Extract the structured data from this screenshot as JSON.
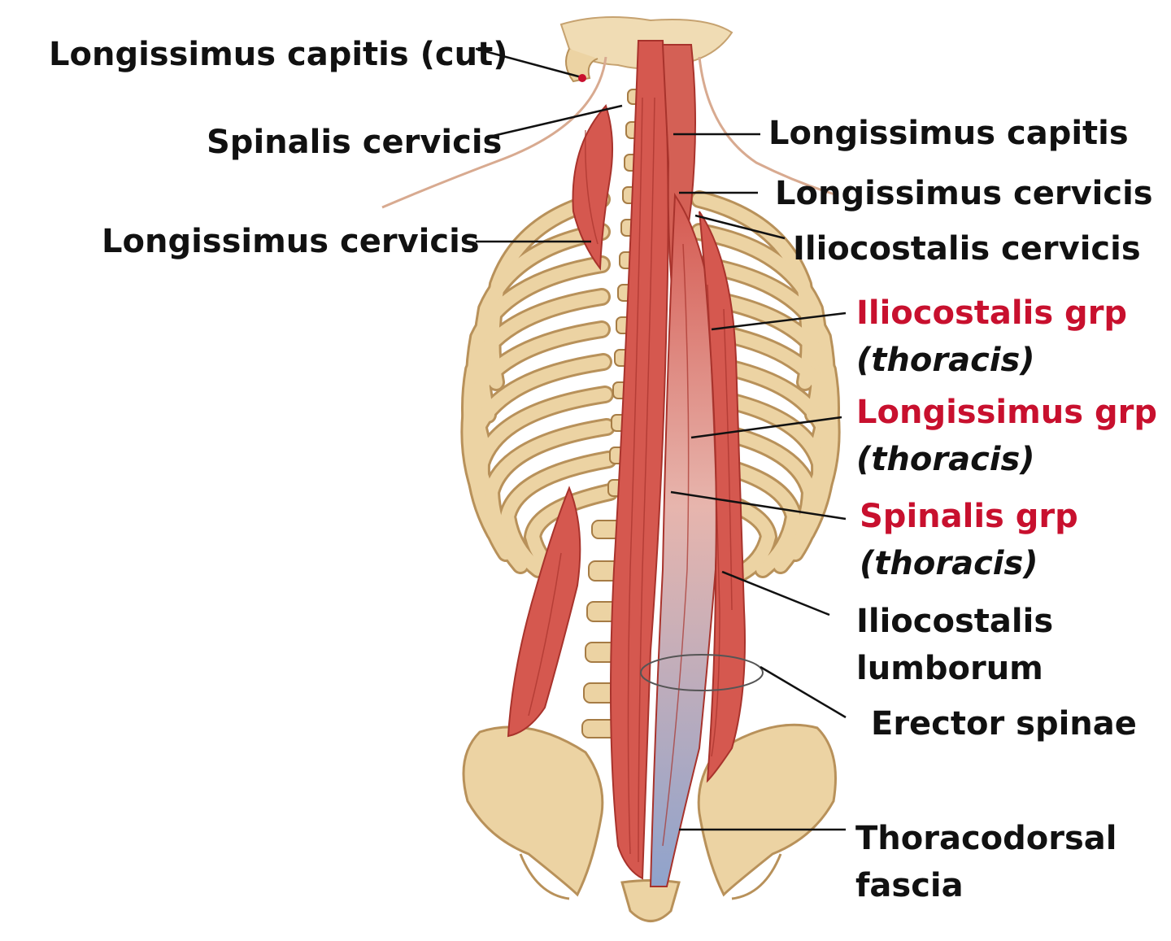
{
  "labels": {
    "longissimus_capitis_cut": "Longissimus  capitis (cut)",
    "spinalis_cervicis": "Spinalis cervicis",
    "longissimus_cervicis_left": "Longissimus  cervicis",
    "longissimus_capitis": "Longissimus capitis",
    "longissimus_cervicis_right": "Longissimus cervicis",
    "iliocostalis_cervicis": "Iliocostalis cervicis",
    "iliocostalis_grp": "Iliocostalis grp",
    "iliocostalis_grp_sub": "(thoracis)",
    "longissimus_grp": "Longissimus grp",
    "longissimus_grp_sub": "(thoracis)",
    "spinalis_grp": "Spinalis grp",
    "spinalis_grp_sub": "(thoracis)",
    "iliocostalis_lumborum_1": "Iliocostalis",
    "iliocostalis_lumborum_2": "lumborum",
    "erector_spinae": "Erector spinae",
    "thoracodorsal_fascia_1": "Thoracodorsal",
    "thoracodorsal_fascia_2": "fascia"
  },
  "colors": {
    "label_text": "#111111",
    "highlight_text": "#c8102e",
    "bone": "#ecd3a3",
    "bone_outline": "#b8915a",
    "muscle": "#d5584f",
    "muscle_dark": "#a8332c",
    "fascia": "#a9b8d6"
  }
}
